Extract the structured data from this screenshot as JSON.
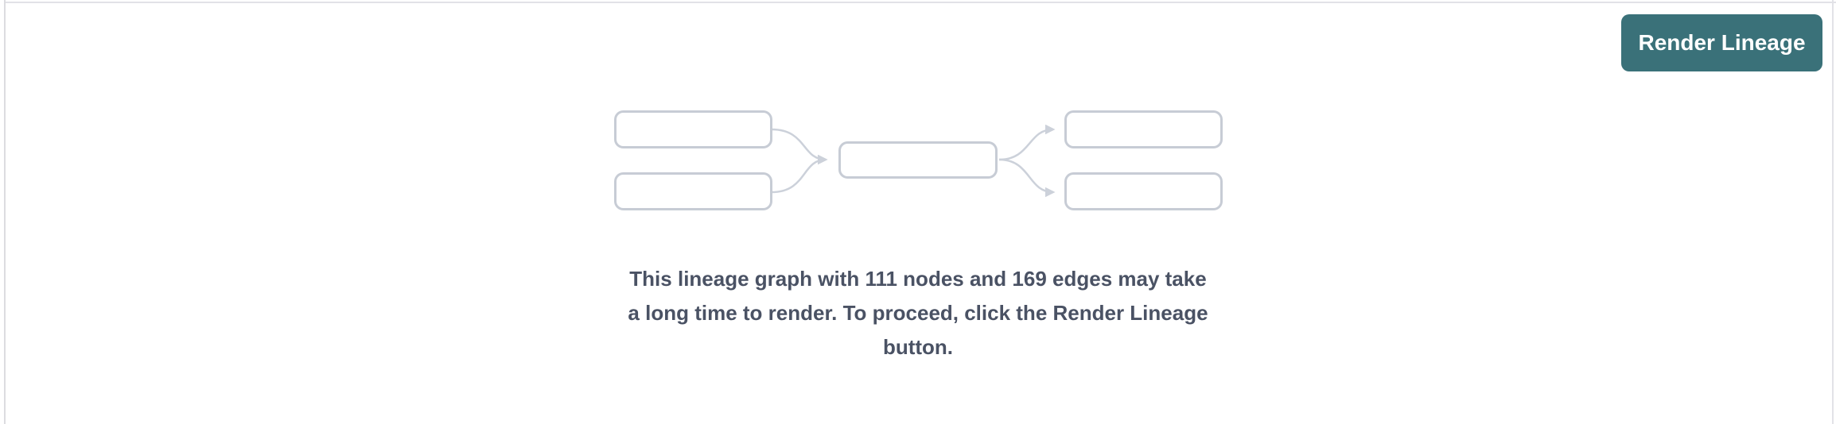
{
  "panel": {
    "background": "#ffffff",
    "border_color": "#e2e2e7"
  },
  "toolbar": {
    "render_button_label": "Render Lineage",
    "render_button_color": "#3a7179",
    "render_button_text_color": "#ffffff"
  },
  "placeholder_diagram": {
    "node_count": 5,
    "edge_count": 4,
    "node_fill": "#ffffff",
    "node_border_color": "#c7ccd5",
    "edge_color": "#ccd1da"
  },
  "message": {
    "color": "#4a5264",
    "full_text": "This lineage graph with 111 nodes and 169 edges may take a long time to render. To proceed, click the Render Lineage button.",
    "lines": [
      "This lineage graph with 111 nodes and 169 edges may take",
      "a long time to render. To proceed, click the Render Lineage",
      "button."
    ],
    "node_count": "111",
    "edge_count": "169"
  }
}
